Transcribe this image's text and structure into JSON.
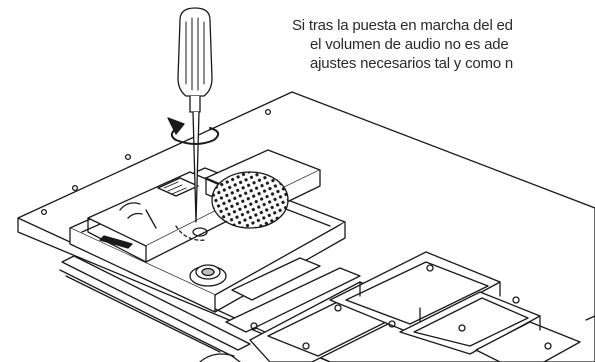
{
  "instruction": {
    "lines": [
      "Si tras la puesta en marcha del ed",
      "el volumen de audio no es ade",
      "ajustes necesarios tal y como n"
    ]
  },
  "icons": {
    "tool": "screwdriver-icon",
    "rotation": "rotate-arrow-icon"
  },
  "colors": {
    "line": "#1a1a1a",
    "paper": "#ffffff",
    "shade": "#bfbfbf"
  }
}
